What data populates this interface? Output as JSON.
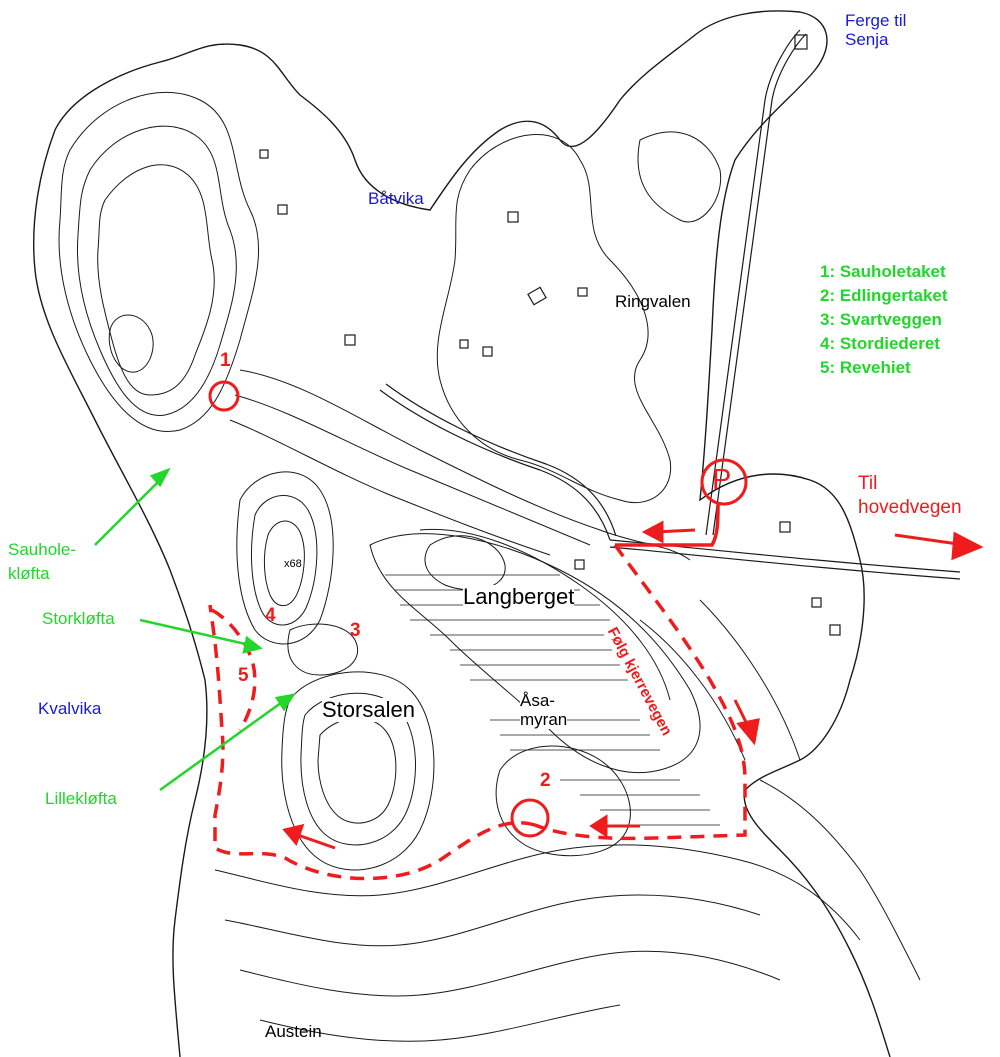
{
  "labels": {
    "ferry": [
      "Ferge til",
      "Senja"
    ],
    "batvika": "Båtvika",
    "ringvalen": "Ringvalen",
    "kvalvika": "Kvalvika",
    "austein": "Austein",
    "langberget": "Langberget",
    "storsalen": "Storsalen",
    "asamyran": [
      "Åsa-",
      "myran"
    ],
    "height": "x68",
    "til_hovedvegen": [
      "Til",
      "hovedvegen"
    ],
    "folg_kjerrevegen": "Følg kjerrevegen",
    "parking": "P"
  },
  "gullies": {
    "sauholekloefta": [
      "Sauhole-",
      "kløfta"
    ],
    "storkloefta": "Storkløfta",
    "lillekloefta": "Lillekløfta"
  },
  "legend": [
    "1: Sauholetaket",
    "2: Edlingertaket",
    "3: Svartveggen",
    "4: Stordiederet",
    "5: Revehiet"
  ],
  "markers": [
    "1",
    "2",
    "3",
    "4",
    "5"
  ],
  "colors": {
    "route": "#ee1c1c",
    "gully": "#22d62a",
    "water_label": "#1a1ad6",
    "contour": "#1a1a1a"
  }
}
